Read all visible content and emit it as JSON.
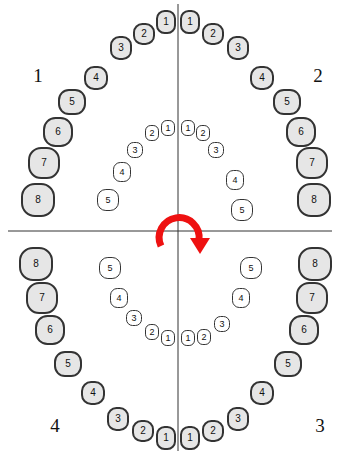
{
  "diagram": {
    "nodes": [
      {
        "text": [
          "1"
        ]
      },
      {
        "text": [
          "2"
        ]
      },
      {
        "text": [
          "3"
        ]
      },
      {
        "text": [
          "4"
        ]
      },
      {
        "text": [
          "5"
        ]
      },
      {
        "text": [
          "6"
        ]
      },
      {
        "text": [
          "7"
        ]
      },
      {
        "text": [
          "8"
        ]
      },
      {
        "text": [
          "1"
        ]
      },
      {
        "text": [
          "2"
        ]
      },
      {
        "text": [
          "3"
        ]
      },
      {
        "text": [
          "4"
        ]
      },
      {
        "text": [
          "5"
        ]
      },
      {
        "text": [
          "6"
        ]
      },
      {
        "text": [
          "7"
        ]
      },
      {
        "text": [
          "8"
        ]
      },
      {
        "text": [
          "1"
        ]
      },
      {
        "text": [
          "2"
        ]
      },
      {
        "text": [
          "3"
        ]
      },
      {
        "text": [
          "4"
        ]
      },
      {
        "text": [
          "5"
        ]
      },
      {
        "text": [
          "6"
        ]
      },
      {
        "text": [
          "7"
        ]
      },
      {
        "text": [
          "8"
        ]
      },
      {
        "text": [
          "1"
        ]
      },
      {
        "text": [
          "2"
        ]
      },
      {
        "text": [
          "3"
        ]
      },
      {
        "text": [
          "4"
        ]
      },
      {
        "text": [
          "5"
        ]
      },
      {
        "text": [
          "6"
        ]
      },
      {
        "text": [
          "7"
        ]
      },
      {
        "text": [
          "8"
        ]
      },
      {
        "text": [
          "1"
        ]
      },
      {
        "text": [
          "2"
        ]
      },
      {
        "text": [
          "3"
        ]
      },
      {
        "text": [
          "4"
        ]
      },
      {
        "text": [
          "5"
        ]
      },
      {
        "text": [
          "1"
        ]
      },
      {
        "text": [
          "2"
        ]
      },
      {
        "text": [
          "3"
        ]
      },
      {
        "text": [
          "4"
        ]
      },
      {
        "text": [
          "5"
        ]
      },
      {
        "text": [
          "1"
        ]
      },
      {
        "text": [
          "2"
        ]
      },
      {
        "text": [
          "3"
        ]
      },
      {
        "text": [
          "4"
        ]
      },
      {
        "text": [
          "5"
        ]
      },
      {
        "text": [
          "1"
        ]
      },
      {
        "text": [
          "2"
        ]
      },
      {
        "text": [
          "3"
        ]
      },
      {
        "text": [
          "4"
        ]
      },
      {
        "text": [
          "5"
        ]
      }
    ],
    "labels": [
      "1",
      "2",
      "4",
      "3"
    ]
  }
}
